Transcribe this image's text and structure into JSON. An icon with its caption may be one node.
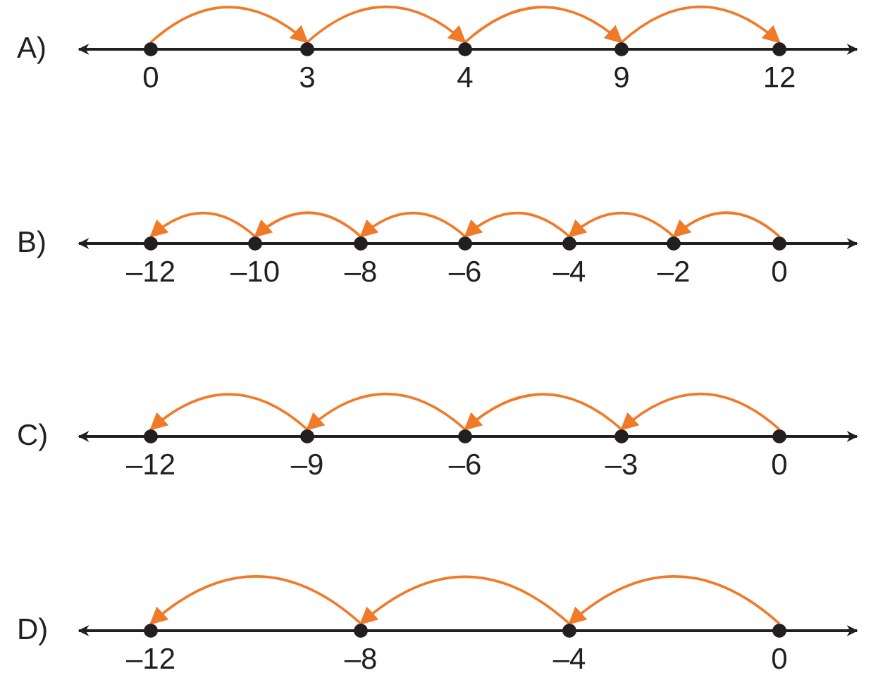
{
  "diagram": {
    "nodes": [
      {
        "text": [
          "0"
        ]
      },
      {
        "text": [
          "3"
        ]
      },
      {
        "text": [
          "4"
        ]
      },
      {
        "text": [
          "9"
        ]
      },
      {
        "text": [
          "12"
        ]
      },
      {
        "text": [
          "–12"
        ]
      },
      {
        "text": [
          "–10"
        ]
      },
      {
        "text": [
          "–8"
        ]
      },
      {
        "text": [
          "–6"
        ]
      },
      {
        "text": [
          "–4"
        ]
      },
      {
        "text": [
          "–2"
        ]
      },
      {
        "text": [
          "0"
        ]
      },
      {
        "text": [
          "–12"
        ]
      },
      {
        "text": [
          "–9"
        ]
      },
      {
        "text": [
          "–6"
        ]
      },
      {
        "text": [
          "–3"
        ]
      },
      {
        "text": [
          "0"
        ]
      },
      {
        "text": [
          "–12"
        ]
      },
      {
        "text": [
          "–8"
        ]
      },
      {
        "text": [
          "–4"
        ]
      },
      {
        "text": [
          "0"
        ]
      }
    ],
    "edges": [
      {
        "from": 0,
        "to": 1,
        "arrow": "to"
      },
      {
        "from": 1,
        "to": 2,
        "arrow": "to"
      },
      {
        "from": 2,
        "to": 3,
        "arrow": "to"
      },
      {
        "from": 3,
        "to": 4,
        "arrow": "to"
      },
      {
        "from": 11,
        "to": 10,
        "arrow": "to"
      },
      {
        "from": 10,
        "to": 9,
        "arrow": "to"
      },
      {
        "from": 9,
        "to": 8,
        "arrow": "to"
      },
      {
        "from": 8,
        "to": 7,
        "arrow": "to"
      },
      {
        "from": 7,
        "to": 6,
        "arrow": "to"
      },
      {
        "from": 6,
        "to": 5,
        "arrow": "to"
      },
      {
        "from": 16,
        "to": 15,
        "arrow": "to"
      },
      {
        "from": 15,
        "to": 14,
        "arrow": "to"
      },
      {
        "from": 14,
        "to": 13,
        "arrow": "to"
      },
      {
        "from": 13,
        "to": 12,
        "arrow": "to"
      },
      {
        "from": 20,
        "to": 19,
        "arrow": "to"
      },
      {
        "from": 19,
        "to": 18,
        "arrow": "to"
      },
      {
        "from": 18,
        "to": 17,
        "arrow": "to"
      }
    ],
    "labels": [
      "A)",
      "B)",
      "C)",
      "D)"
    ]
  }
}
